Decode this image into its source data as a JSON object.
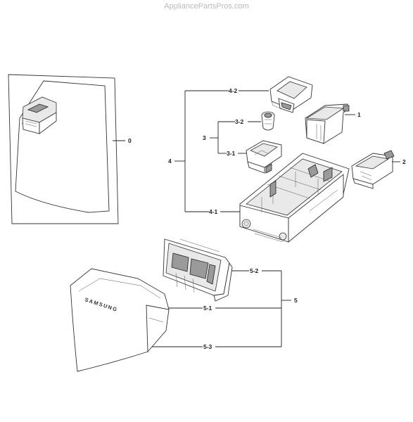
{
  "watermark": "AppliancePartsPros.com",
  "callouts": {
    "c0": "0",
    "c1": "1",
    "c2": "2",
    "c3": "3",
    "c3_1": "3-1",
    "c3_2": "3-2",
    "c4": "4",
    "c4_1": "4-1",
    "c4_2": "4-2",
    "c5": "5",
    "c5_1": "5-1",
    "c5_2": "5-2",
    "c5_3": "5-3"
  },
  "logo_text": "SAMSUNG"
}
